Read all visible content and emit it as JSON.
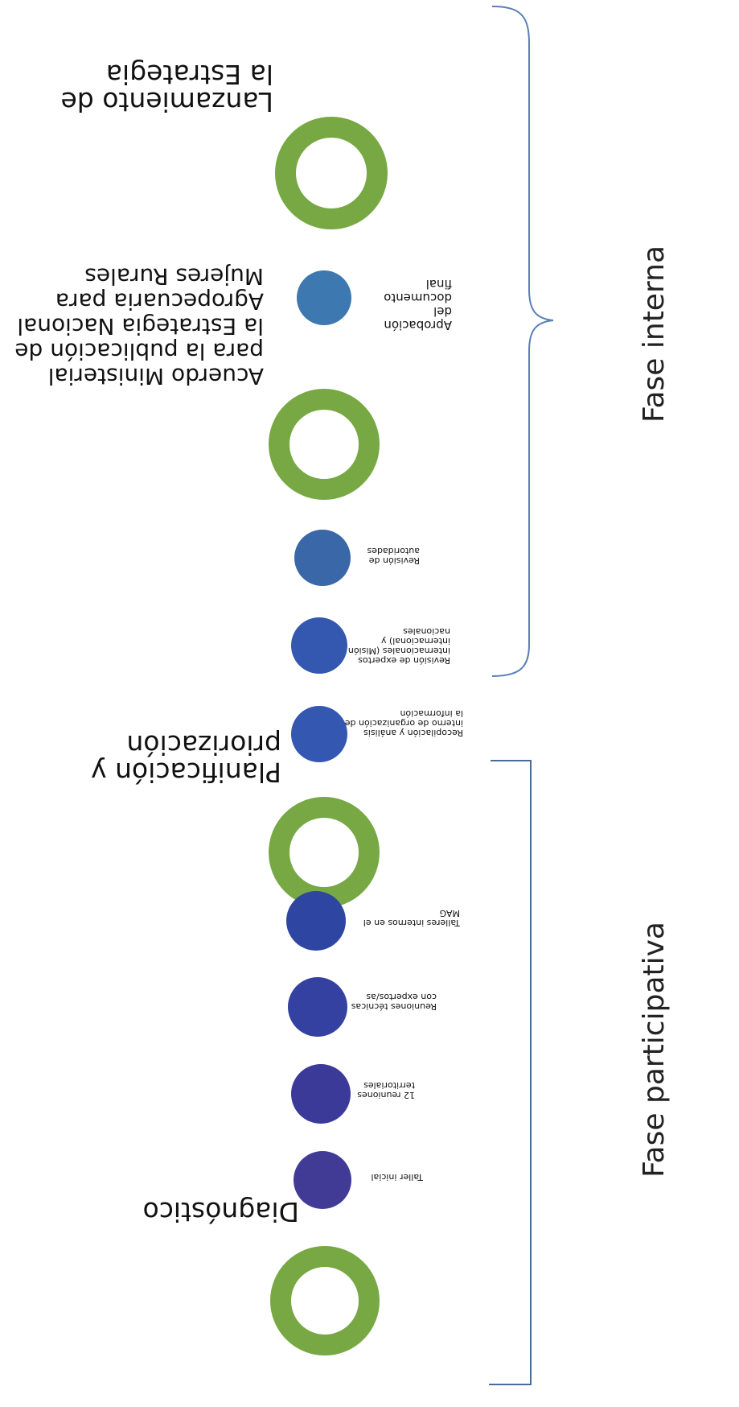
{
  "colors": {
    "ring": "#77a843",
    "dot_steps": [
      "#423b96",
      "#3b3a98",
      "#3441a0",
      "#2e45a2",
      "#3457b1",
      "#3458b0",
      "#3a67a8",
      "#3d78b0"
    ],
    "bracket": "#5a7fb8",
    "bracket_participativa": "#4a6a9c"
  },
  "milestones": [
    {
      "label": "Diagnóstico"
    },
    {
      "label": "Planificación y priorización"
    },
    {
      "label": "Acuerdo Ministerial para la publicación de la Estrategia Nacional Agropecuaria para Mujeres Rurales"
    },
    {
      "label": "Lanzamiento de la Estrategia"
    }
  ],
  "activities": [
    {
      "label": "Taller inicial"
    },
    {
      "label": "12 reuniones territoriales"
    },
    {
      "label": "Reuniones técnicas con expertos/as"
    },
    {
      "label": "Talleres internos en el MAG"
    },
    {
      "label": "Recopilación y análisis interno de organización de la información"
    },
    {
      "label": "Revisión de expertos internacionales (Misión internacional) y nacionales"
    },
    {
      "label": "Revisión de autoridades"
    },
    {
      "label": "Aprobación del documento final"
    }
  ],
  "phases": [
    {
      "label": "Fase participativa"
    },
    {
      "label": "Fase interna"
    }
  ]
}
